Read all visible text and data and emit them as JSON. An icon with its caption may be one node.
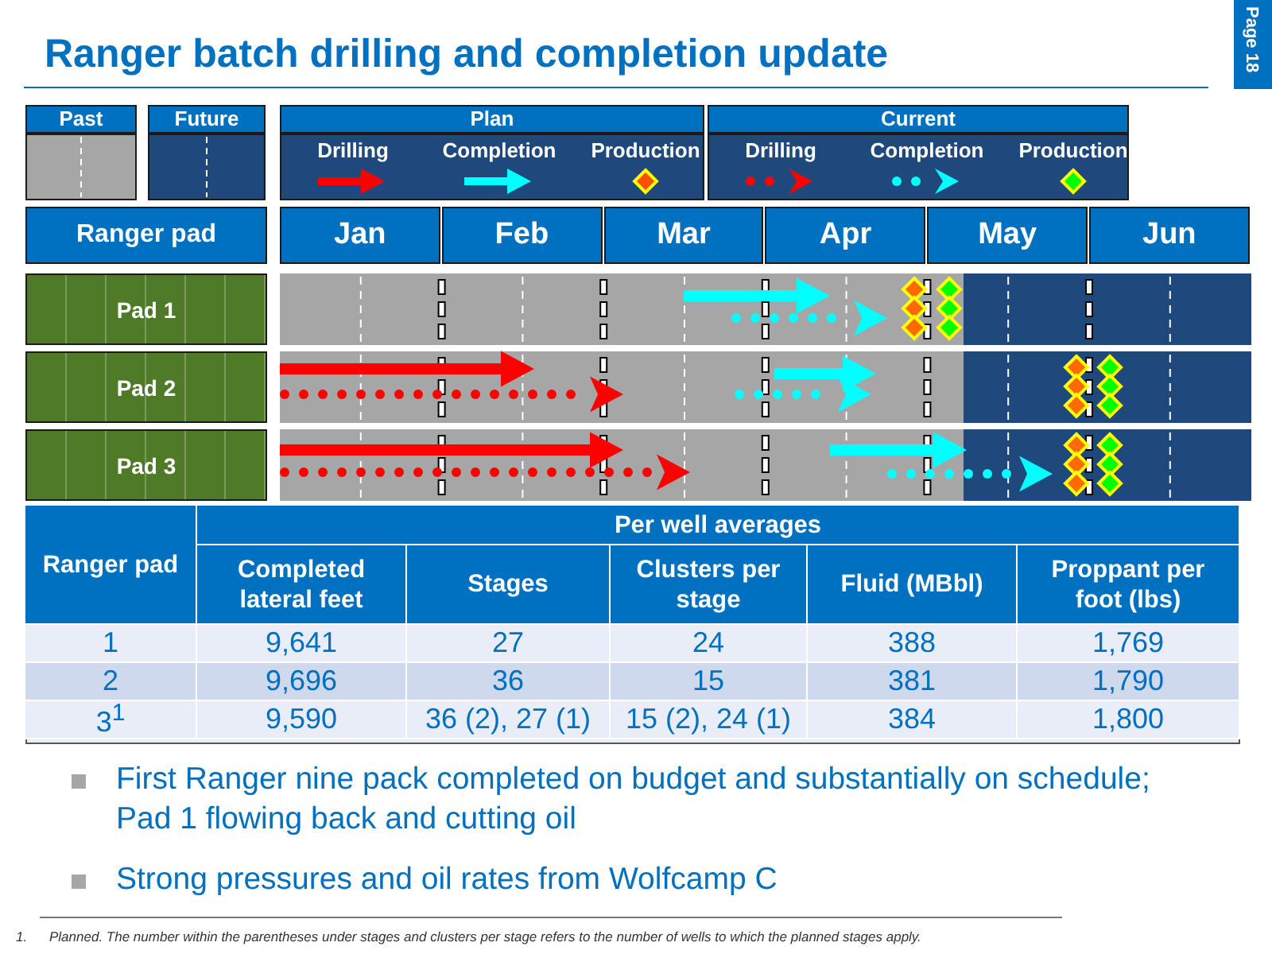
{
  "diagram": {
    "title": "Ranger batch drilling and completion update",
    "nodes": [
      {
        "text": [
          "Plan"
        ]
      },
      {
        "text": [
          "Current"
        ]
      },
      {
        "text": [
          "Ranger pad"
        ]
      },
      {
        "text": [
          "Jan"
        ]
      },
      {
        "text": [
          "Feb"
        ]
      },
      {
        "text": [
          "Mar"
        ]
      },
      {
        "text": [
          "Apr"
        ]
      },
      {
        "text": [
          "May"
        ]
      },
      {
        "text": [
          "Jun"
        ]
      },
      {
        "text": [
          "Pad 1"
        ]
      },
      {
        "text": [
          "Pad 2"
        ]
      },
      {
        "text": [
          "Pad 3"
        ]
      }
    ],
    "labels": [
      "Page 18",
      "Ranger pad",
      "Per well averages",
      "Completed lateral feet",
      "Stages",
      "Clusters per stage",
      "Fluid (MBbl)",
      "Proppant per foot (lbs)",
      "1",
      "9,641",
      "27",
      "24",
      "388",
      "1,769",
      "2",
      "9,696",
      "36",
      "15",
      "381",
      "1,790",
      "3$^{1}$",
      "9,590",
      "36 (2), 27 (1)",
      "15 (2), 24 (1)",
      "384",
      "1,800",
      "First Ranger nine pack completed on budget and substantially on schedule; Pad 1 flowing back and cutting oil",
      "Strong pressures and oil rates from Wolfcamp C",
      "1.",
      "Planned. The number within the parentheses under stages and clusters per stage refers to the number of wells to which the planned stages apply."
    ],
    "legend": [
      {
        "text": "Past",
        "color": "#a6a6a6"
      },
      {
        "text": "Future",
        "color": "#1f497d"
      },
      {
        "text": "Drilling"
      },
      {
        "text": "Completion"
      },
      {
        "text": "Production"
      },
      {
        "text": "Drilling"
      },
      {
        "text": "Completion"
      },
      {
        "text": "Production"
      }
    ]
  }
}
